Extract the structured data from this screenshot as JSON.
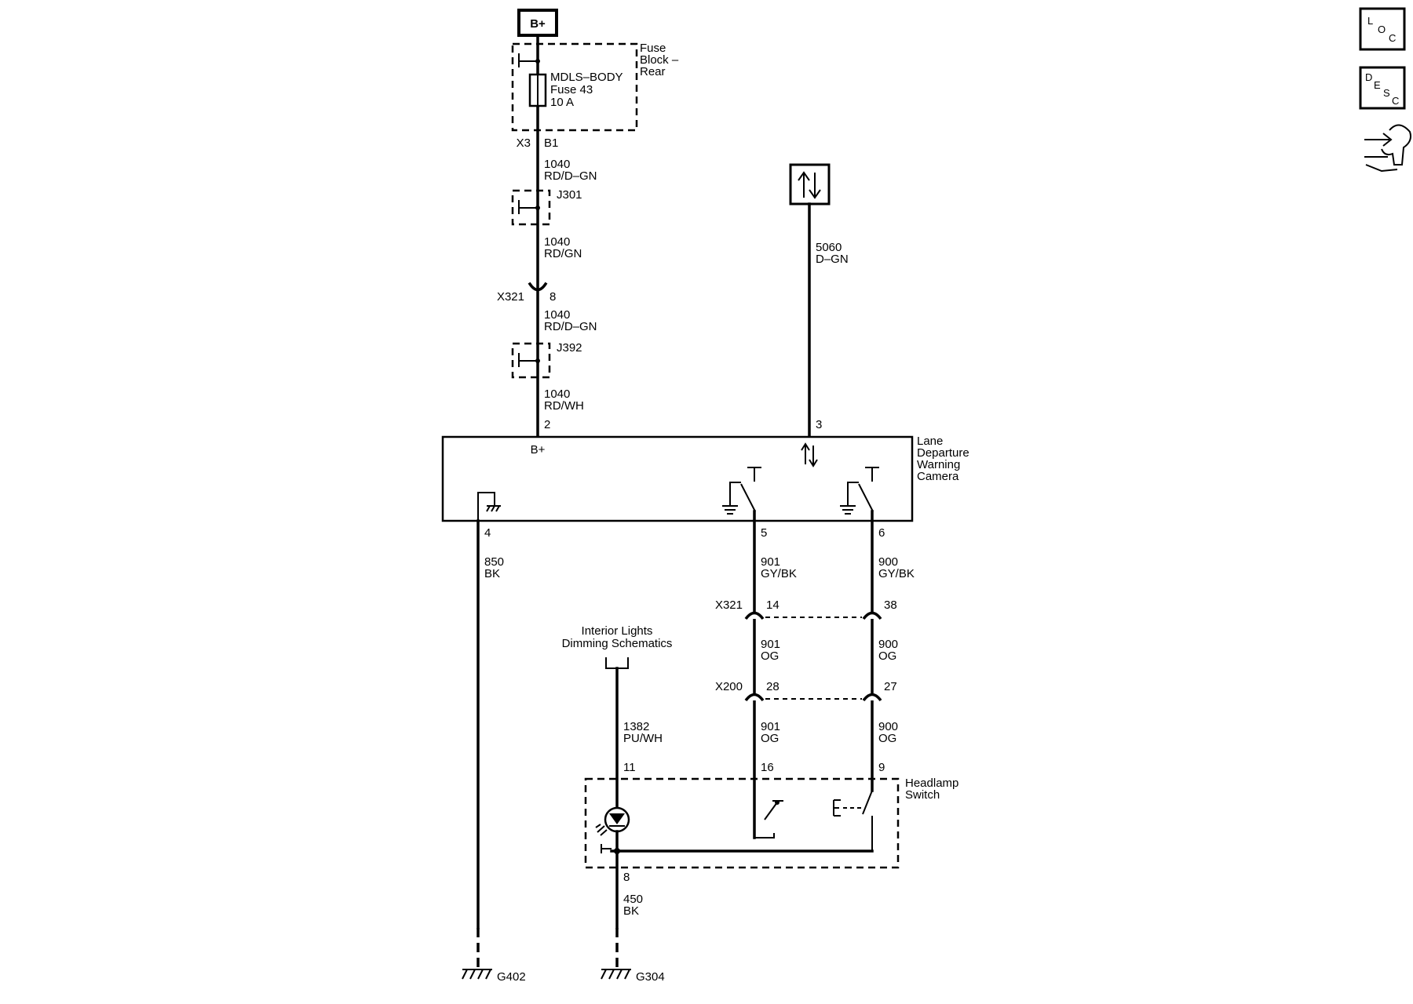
{
  "battery": "B+",
  "fuse_block": {
    "name_l1": "Fuse",
    "name_l2": "Block –",
    "name_l3": "Rear",
    "fuse_name": "MDLS–BODY",
    "fuse_id": "Fuse 43",
    "rating": "10 A",
    "connector": "X3",
    "pin": "B1"
  },
  "supply_circuit": {
    "seg1_num": "1040",
    "seg1_color": "RD/D–GN",
    "splice1": "J301",
    "seg2_num": "1040",
    "seg2_color": "RD/GN",
    "inline_conn": "X321",
    "inline_pin": "8",
    "seg3_num": "1040",
    "seg3_color": "RD/D–GN",
    "splice2": "J392",
    "seg4_num": "1040",
    "seg4_color": "RD/WH"
  },
  "serial_data": {
    "num": "5060",
    "color": "D–GN"
  },
  "camera": {
    "name_l1": "Lane",
    "name_l2": "Departure",
    "name_l3": "Warning",
    "name_l4": "Camera",
    "bplus_label": "B+",
    "pin_bplus": "2",
    "pin_data": "3",
    "pin_ground": "4",
    "pin_out1": "5",
    "pin_out2": "6"
  },
  "ground_circuit": {
    "num": "850",
    "color": "BK",
    "ground": "G402"
  },
  "circuit_901": {
    "seg1_num": "901",
    "seg1_color": "GY/BK",
    "conn1": "X321",
    "conn1_pin": "14",
    "seg2_num": "901",
    "seg2_color": "OG",
    "conn2": "X200",
    "conn2_pin": "28",
    "seg3_num": "901",
    "seg3_color": "OG",
    "switch_pin": "16"
  },
  "circuit_900": {
    "seg1_num": "900",
    "seg1_color": "GY/BK",
    "conn1_pin": "38",
    "seg2_num": "900",
    "seg2_color": "OG",
    "conn2_pin": "27",
    "seg3_num": "900",
    "seg3_color": "OG",
    "switch_pin": "9"
  },
  "dimming": {
    "ref_l1": "Interior Lights",
    "ref_l2": "Dimming Schematics",
    "num": "1382",
    "color": "PU/WH",
    "pin": "11"
  },
  "headlamp_switch": {
    "name_l1": "Headlamp",
    "name_l2": "Switch",
    "ground_pin": "8",
    "ground_num": "450",
    "ground_color": "BK",
    "ground": "G304"
  },
  "side_icons": [
    {
      "name": "location-icon",
      "chars": [
        "L",
        "O",
        "C"
      ]
    },
    {
      "name": "description-icon",
      "chars": [
        "D",
        "E",
        "S",
        "C"
      ]
    },
    {
      "name": "diagnostic-wrench-icon"
    }
  ]
}
